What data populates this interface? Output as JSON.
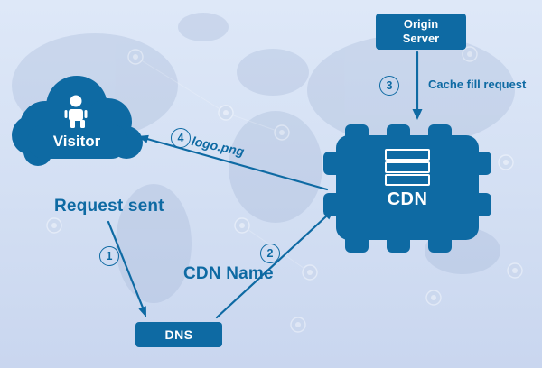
{
  "title": "CDN request flow diagram",
  "colors": {
    "primary": "#0E6AA3",
    "background_top": "#DEE8F8",
    "background_bottom": "#C9D6EF",
    "map_land": "#9FB2D4",
    "text_on_node": "#FFFFFF"
  },
  "nodes": {
    "visitor": {
      "label": "Visitor"
    },
    "origin_server": {
      "label": "Origin Server"
    },
    "cdn": {
      "label": "CDN"
    },
    "dns": {
      "label": "DNS"
    }
  },
  "annotations": {
    "request_sent": "Request sent",
    "cdn_name": "CDN Name",
    "logo_file": "logo.png",
    "cache_fill_request": "Cache fill request"
  },
  "steps": [
    {
      "number": "1"
    },
    {
      "number": "2"
    },
    {
      "number": "3"
    },
    {
      "number": "4"
    }
  ]
}
